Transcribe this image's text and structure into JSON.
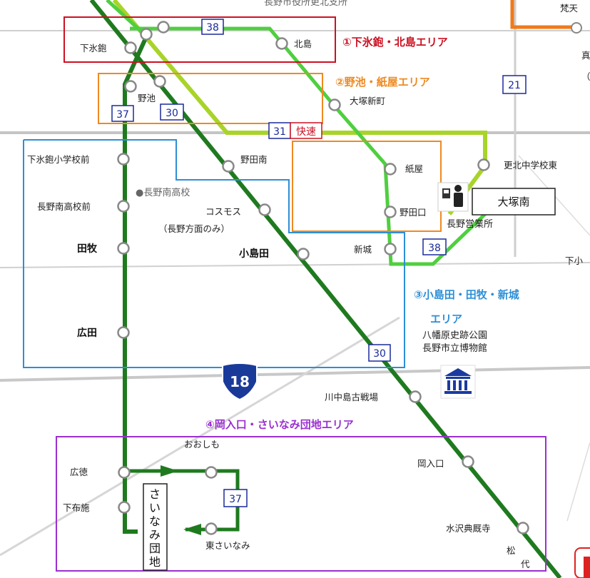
{
  "map": {
    "top_poi": "長野市役所更北支所",
    "top_right_partial": "梵天",
    "right_partial_1": "真",
    "right_partial_2": "（",
    "right_partial_3": "下小",
    "bottom_right_partial_1": "松",
    "bottom_right_partial_2": "代",
    "colors": {
      "main_line": "#1f7a1f",
      "route37": "#1f7a1f",
      "route38": "#4fcf3f",
      "express": "#a8d42a",
      "orange_route": "#f07a1a",
      "road": "#c8c8c8",
      "area1": "#cc1122",
      "area2": "#ee8a22",
      "area3": "#2d8fd6",
      "area4": "#9b2fd0",
      "route_box": "#1a2a9a"
    }
  },
  "areas": {
    "area1": "①下氷鉋・北島エリア",
    "area2": "②野池・紙屋エリア",
    "area3_line1": "③小島田・田牧・新城",
    "area3_line2": "エリア",
    "area4": "④岡入口・さいなみ団地エリア"
  },
  "routes": {
    "r38_top": "38",
    "r21": "21",
    "r37_upper": "37",
    "r30_upper": "30",
    "r31": "31",
    "express": "快速",
    "r38_right": "38",
    "r30_lower": "30",
    "r37_lower": "37",
    "r18": "18"
  },
  "stops": {
    "shimohigano": "下氷鉋",
    "kitajima": "北島",
    "noike": "野池",
    "otsuka_shinmachi": "大塚新町",
    "kohoku_chugakko_higashi": "更北中学校東",
    "shimohigano_shogakko_mae": "下氷鉋小学校前",
    "nodaminami": "野田南",
    "kamiya": "紙屋",
    "nagano_minami_koko_mae": "長野南高校前",
    "cosmos_1": "コスモス",
    "cosmos_2": "（長野方面のみ）",
    "nodaguchi": "野田口",
    "tamaki": "田牧",
    "kojimada": "小島田",
    "shinjo": "新城",
    "hirota": "広田",
    "kawanakajima_kosenjo": "川中島古戦場",
    "ooshimo": "おおしも",
    "okairiguchi": "岡入口",
    "koutoku": "広徳",
    "shimofuse": "下布施",
    "higashi_sainami": "東さいなみ",
    "mizusawa_tenkyuji": "水沢典厩寺"
  },
  "places": {
    "nagano_minami_koko": "●長野南高校",
    "otsuka_minami": "大塚南",
    "nagano_eigyosho": "長野営業所",
    "museum_line1": "八幡原史跡公園",
    "museum_line2": "長野市立博物館",
    "danchi_1": "さ",
    "danchi_2": "い",
    "danchi_3": "な",
    "danchi_4": "み",
    "danchi_5": "団",
    "danchi_6": "地"
  }
}
